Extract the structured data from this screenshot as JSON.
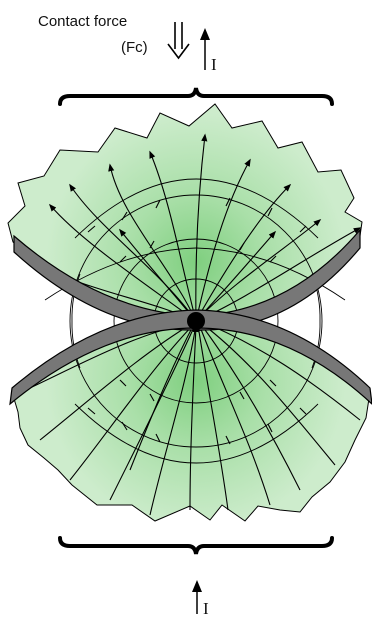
{
  "labels": {
    "contact_force": "Contact force",
    "fc": "(Fc)",
    "current_top": "I",
    "current_bottom": "I"
  },
  "colors": {
    "fragment_fill": "#c9ecc8",
    "fragment_glow": "#7fcf7f",
    "band": "#777777",
    "line": "#000000",
    "background": "#ffffff"
  }
}
